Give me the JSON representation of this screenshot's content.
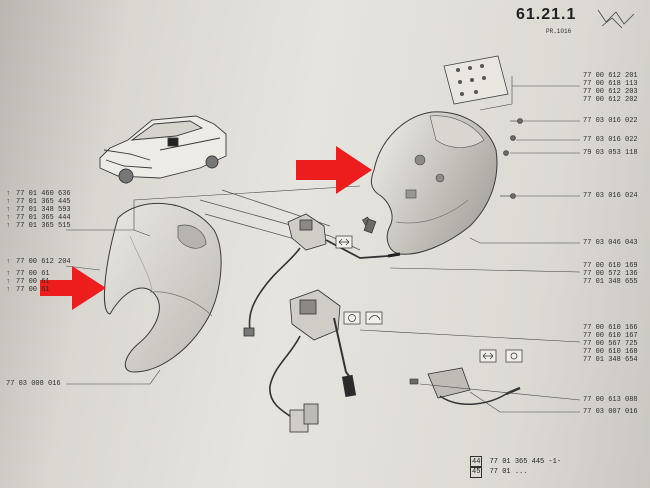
{
  "header": {
    "page_number": "61.21.1",
    "sub_ref": "PR.1016"
  },
  "left_refs": {
    "group1": [
      "77 01 460 636",
      "77 01 365 445",
      "77 01 348 593",
      "77 01 365 444",
      "77 01 365 515"
    ],
    "group2": [
      "77 00 612 204",
      "77 00 61",
      "77 00 61",
      "77 00 61"
    ],
    "lower": "77 03 008 016"
  },
  "right_refs": {
    "top_group": [
      "77 00 612 201",
      "77 00 618 113",
      "77 00 612 203",
      "77 00 612 202"
    ],
    "screw_1": "77 03 016 022",
    "screw_2": "77 03 016 022",
    "screw_3": "79 03 053 118",
    "screw_4": "77 03 016 024",
    "screw_5": "77 03 046 043",
    "switch_group": [
      "77 00 610 169",
      "77 00 572 136",
      "77 01 348 655"
    ],
    "stalk_group": [
      "77 00 610 166",
      "77 00 610 167",
      "77 00 567 725",
      "77 00 610 168",
      "77 01 348 654"
    ],
    "bottom_1": "77 00 613 088",
    "bottom_2": "77 03 007 016"
  },
  "bottom_table": {
    "rows": [
      {
        "code": "44",
        "ref": "77 01 365 445 -1-"
      },
      {
        "code": "45",
        "ref": "77 01 ..."
      }
    ]
  },
  "colors": {
    "arrow": "#ee1d1d",
    "ink": "#2d2d2d",
    "paper": "#e2e0d9"
  }
}
